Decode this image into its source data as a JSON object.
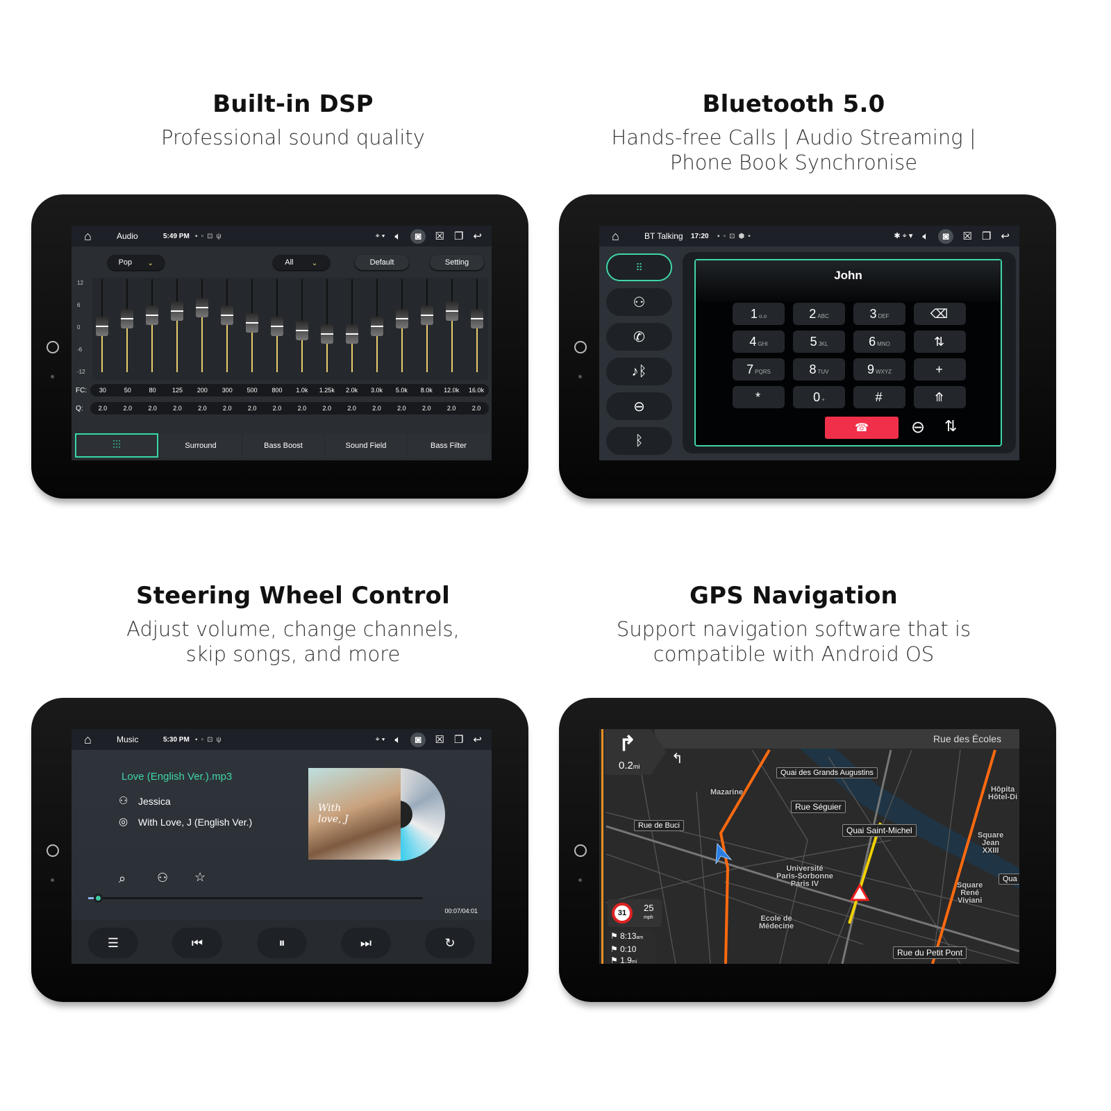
{
  "panels": [
    {
      "title": "Built-in DSP",
      "subtitle": [
        "Professional sound quality",
        ""
      ]
    },
    {
      "title": "Bluetooth 5.0",
      "subtitle": [
        "Hands-free Calls | Audio Streaming |",
        "Phone Book Synchronise"
      ]
    },
    {
      "title": "Steering Wheel Control",
      "subtitle": [
        "Adjust volume, change channels,",
        "skip songs, and more"
      ]
    },
    {
      "title": "GPS Navigation",
      "subtitle": [
        "Support navigation software that is",
        "compatible with Android OS"
      ]
    }
  ],
  "dsp": {
    "app": "Audio",
    "time": "5:49 PM",
    "preset": "Pop",
    "channel": "All",
    "default_label": "Default",
    "setting_label": "Setting",
    "y_ticks": [
      "12",
      "6",
      "0",
      "-6",
      "-12"
    ],
    "fc_label": "FC:",
    "q_label": "Q:",
    "fc": [
      "30",
      "50",
      "80",
      "125",
      "200",
      "300",
      "500",
      "800",
      "1.0k",
      "1.25k",
      "2.0k",
      "3.0k",
      "5.0k",
      "8.0k",
      "12.0k",
      "16.0k"
    ],
    "q": [
      "2.0",
      "2.0",
      "2.0",
      "2.0",
      "2.0",
      "2.0",
      "2.0",
      "2.0",
      "2.0",
      "2.0",
      "2.0",
      "2.0",
      "2.0",
      "2.0",
      "2.0",
      "2.0"
    ],
    "gain_db": [
      0,
      2,
      3,
      4,
      5,
      3,
      1,
      0,
      -1,
      -2,
      -2,
      0,
      2,
      3,
      4,
      2
    ],
    "tabs": [
      "Surround",
      "Bass Boost",
      "Sound Field",
      "Bass Filter"
    ],
    "accent": "#38d6a6",
    "slider_color": "#e6cd6c"
  },
  "bt": {
    "app": "BT Talking",
    "time": "17:20",
    "contact": "John",
    "keys": [
      [
        "1",
        "o.o"
      ],
      [
        "2",
        "ABC"
      ],
      [
        "3",
        "DEF"
      ],
      [
        "⌫",
        ""
      ],
      [
        "4",
        "GHI"
      ],
      [
        "5",
        "JKL"
      ],
      [
        "6",
        "MNO"
      ],
      [
        "⇅",
        ""
      ],
      [
        "7",
        "PQRS"
      ],
      [
        "8",
        "TUV"
      ],
      [
        "9",
        "WXYZ"
      ],
      [
        "+",
        ""
      ],
      [
        "*",
        ""
      ],
      [
        "0",
        "+"
      ],
      [
        "#",
        ""
      ],
      [
        "⤊",
        ""
      ]
    ],
    "end_call_color": "#f0304a"
  },
  "music": {
    "app": "Music",
    "time": "5:30 PM",
    "track": "Love (English Ver.).mp3",
    "artist": "Jessica",
    "album": "With Love, J (English Ver.)",
    "album_art_text": "With love, J",
    "elapsed": "00:07/04:01",
    "progress": 0.03
  },
  "gps": {
    "street": "Rue des Écoles",
    "distance": "0.2",
    "distance_unit": "mi",
    "speed_limit": "31",
    "speed": "25",
    "speed_unit": "mph",
    "eta": "8:13",
    "eta_unit": "am",
    "duration": "0:10",
    "remaining": "1.9",
    "remaining_unit": "mi",
    "labels": [
      "Quai des Grands Augustins",
      "Rue Séguier",
      "Rue de Buci",
      "Quai Saint-Michel",
      "Rue du Petit Pont",
      "Qua"
    ],
    "places": [
      "Mazarine",
      "Université\nParis-Sorbonne\nParis IV",
      "Ecole de\nMédecine",
      "Hôpita\nHôtel-Di",
      "Square\nJean\nXXIII",
      "Square\nRené\nViviani"
    ],
    "route_color": "#ff6a10"
  }
}
